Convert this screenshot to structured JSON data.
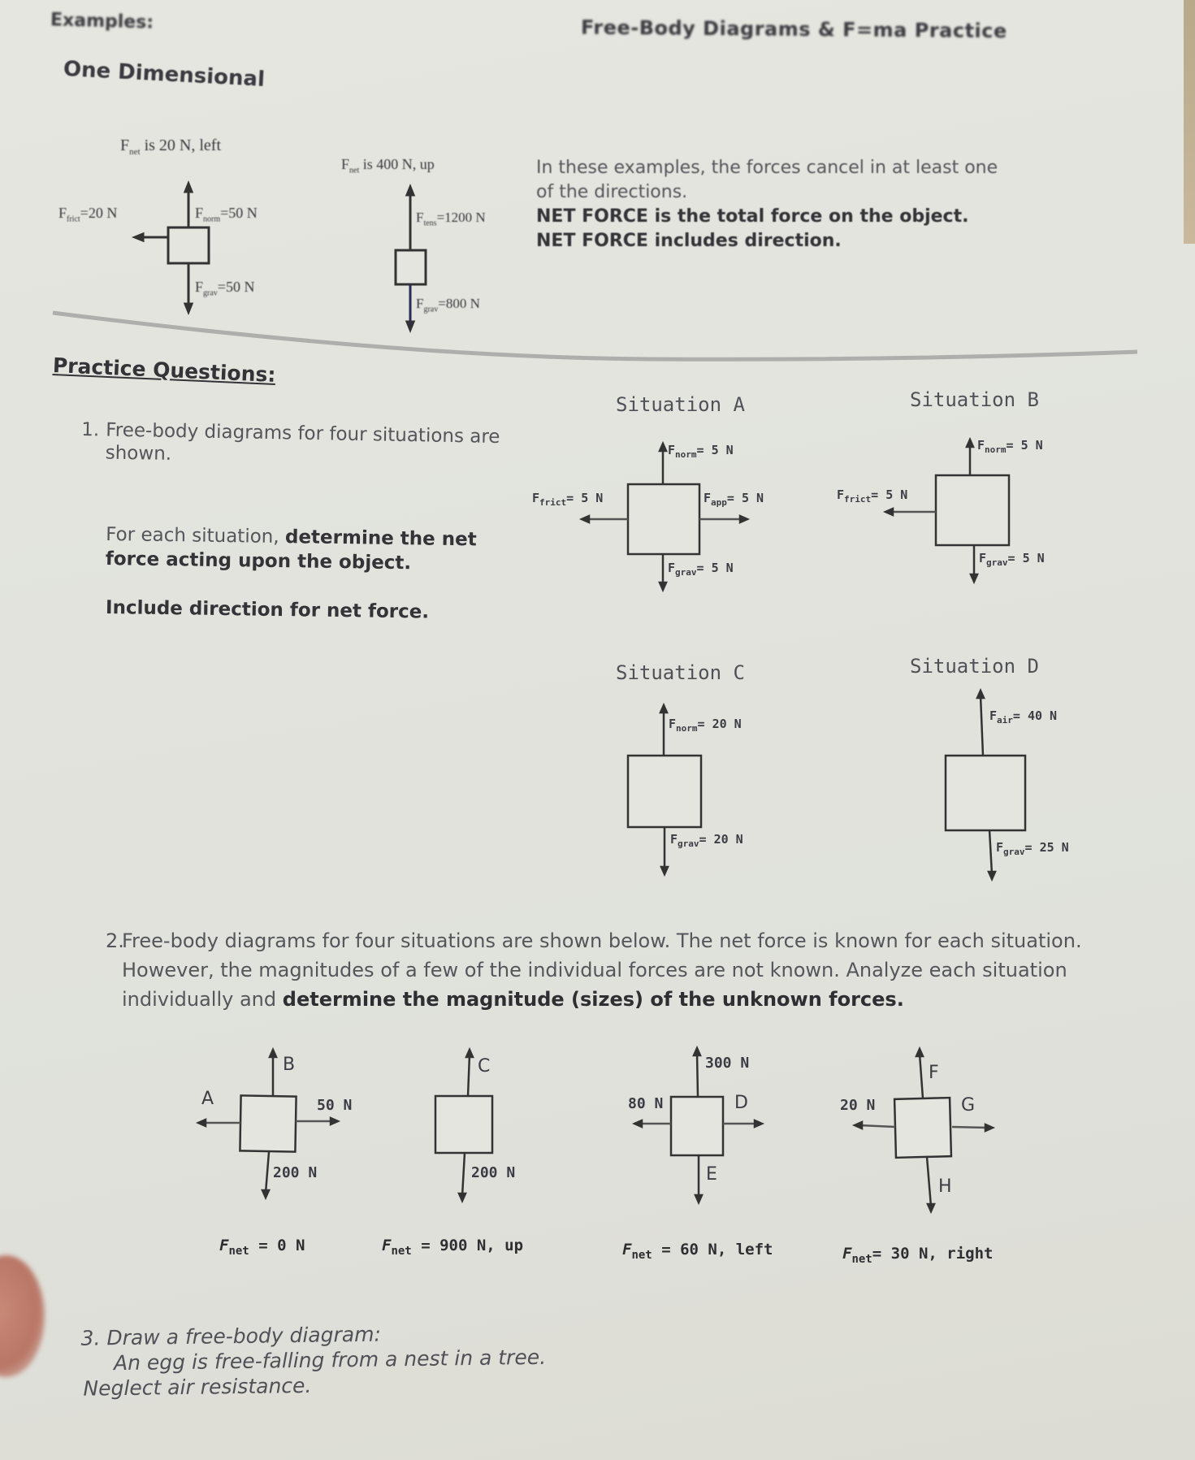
{
  "header": {
    "left": "Examples:",
    "right": "Free-Body Diagrams & F=ma Practice"
  },
  "one_dimensional": {
    "title": "One Dimensional",
    "example1": {
      "net_label": "F",
      "net_sub": "net",
      "net_text": " is 20 N, left",
      "forces": [
        {
          "name": "F",
          "sub": "frict",
          "value": "=20 N",
          "direction": "left"
        },
        {
          "name": "F",
          "sub": "norm",
          "value": "=50 N",
          "direction": "up"
        },
        {
          "name": "F",
          "sub": "grav",
          "value": "=50 N",
          "direction": "down"
        }
      ]
    },
    "example2": {
      "net_label": "F",
      "net_sub": "net",
      "net_text": " is 400 N, up",
      "forces": [
        {
          "name": "F",
          "sub": "tens",
          "value": "=1200 N",
          "direction": "up"
        },
        {
          "name": "F",
          "sub": "grav",
          "value": "=800 N",
          "direction": "down"
        }
      ]
    },
    "notes": [
      "In these examples, the forces cancel in at least one",
      "of the directions.",
      "NET FORCE is the total force on the object.",
      "NET FORCE includes direction."
    ]
  },
  "practice": {
    "title": "Practice Questions:",
    "q1": {
      "number": "1.",
      "intro": "Free-body diagrams for four situations are shown.",
      "instruction_plain": "For each situation, ",
      "instruction_bold": "determine the net force acting upon the object.",
      "note": "Include direction for net force.",
      "situations": [
        {
          "title": "Situation A",
          "forces": [
            {
              "sub": "norm",
              "value": "= 5 N",
              "direction": "up"
            },
            {
              "sub": "frict",
              "value": "= 5 N",
              "direction": "left"
            },
            {
              "sub": "app",
              "value": "= 5 N",
              "direction": "right"
            },
            {
              "sub": "grav",
              "value": "= 5 N",
              "direction": "down"
            }
          ]
        },
        {
          "title": "Situation B",
          "forces": [
            {
              "sub": "norm",
              "value": "= 5 N",
              "direction": "up"
            },
            {
              "sub": "frict",
              "value": "= 5 N",
              "direction": "left"
            },
            {
              "sub": "grav",
              "value": "= 5 N",
              "direction": "down"
            }
          ]
        },
        {
          "title": "Situation C",
          "forces": [
            {
              "sub": "norm",
              "value": "= 20 N",
              "direction": "up"
            },
            {
              "sub": "grav",
              "value": "= 20 N",
              "direction": "down"
            }
          ]
        },
        {
          "title": "Situation D",
          "forces": [
            {
              "sub": "air",
              "value": "= 40 N",
              "direction": "up"
            },
            {
              "sub": "grav",
              "value": "= 25 N",
              "direction": "down"
            }
          ]
        }
      ]
    },
    "q2": {
      "number": "2.",
      "text_plain": "Free-body diagrams for four situations are shown below. The net force is known for each situation. However, the magnitudes of a few of the individual forces are not known. Analyze each situation individually and ",
      "text_bold": "determine the magnitude (sizes) of the unknown forces.",
      "diagrams": [
        {
          "labels": {
            "left": "A",
            "up": "B",
            "right": "50 N",
            "down": "200 N"
          },
          "fnet": {
            "label": "F",
            "sub": "net",
            "value": " = 0 N"
          }
        },
        {
          "labels": {
            "up": "C",
            "down": "200 N"
          },
          "fnet": {
            "label": "F",
            "sub": "net",
            "value": " = 900 N, up"
          }
        },
        {
          "labels": {
            "up": "300 N",
            "left": "80 N",
            "right": "D",
            "down": "E"
          },
          "fnet": {
            "label": "F",
            "sub": "net",
            "value": " = 60 N, left"
          }
        },
        {
          "labels": {
            "up": "F",
            "left": "20 N",
            "right": "G",
            "down": "H"
          },
          "fnet": {
            "label": "F",
            "sub": "net",
            "value": "= 30 N, right"
          }
        }
      ]
    },
    "q3": {
      "number": "3.",
      "title": "Draw a free-body diagram:",
      "line1": "An egg is free-falling from a nest in a tree.",
      "line2": "Neglect air resistance."
    }
  }
}
